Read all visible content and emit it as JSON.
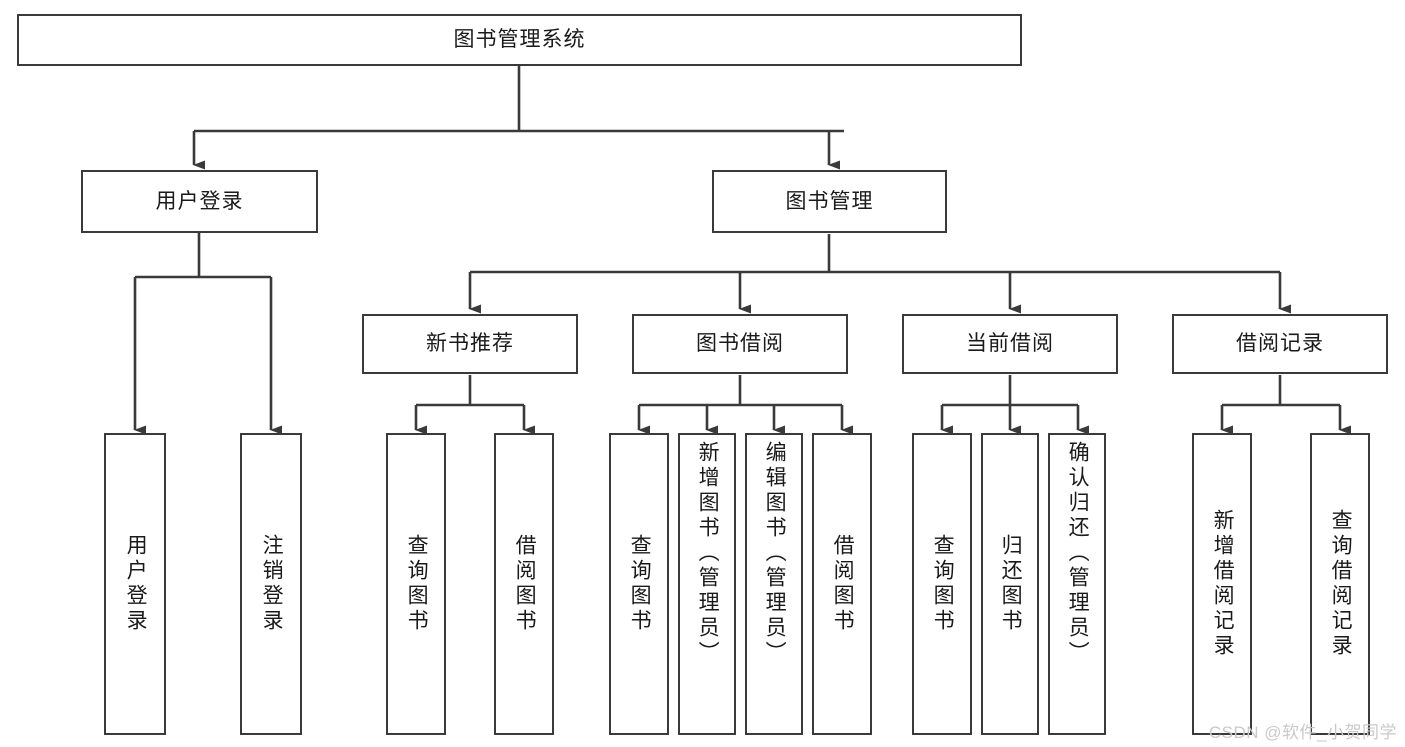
{
  "diagram": {
    "title": "图书管理系统",
    "type": "tree-hierarchy-diagram",
    "colors": {
      "stroke": "#3a3a3a",
      "fill": "#ffffff",
      "text": "#1a1a1a",
      "watermark": "#c9c9c9"
    },
    "root": {
      "label": "图书管理系统"
    },
    "level2": [
      {
        "label": "用户登录"
      },
      {
        "label": "图书管理"
      }
    ],
    "level3": [
      {
        "label": "新书推荐"
      },
      {
        "label": "图书借阅"
      },
      {
        "label": "当前借阅"
      },
      {
        "label": "借阅记录"
      }
    ],
    "leaves": {
      "user_login": [
        {
          "label": "用户登录"
        },
        {
          "label": "注销登录"
        }
      ],
      "new_book_recommend": [
        {
          "label": "查询图书"
        },
        {
          "label": "借阅图书"
        }
      ],
      "book_borrow": [
        {
          "label": "查询图书"
        },
        {
          "label": "新增图书（管理员）"
        },
        {
          "label": "编辑图书（管理员）"
        },
        {
          "label": "借阅图书"
        }
      ],
      "current_borrow": [
        {
          "label": "查询图书"
        },
        {
          "label": "归还图书"
        },
        {
          "label": "确认归还（管理员）"
        }
      ],
      "borrow_record": [
        {
          "label": "新增借阅记录"
        },
        {
          "label": "查询借阅记录"
        }
      ]
    }
  },
  "watermark": {
    "text": "CSDN @软件_小贺同学"
  }
}
